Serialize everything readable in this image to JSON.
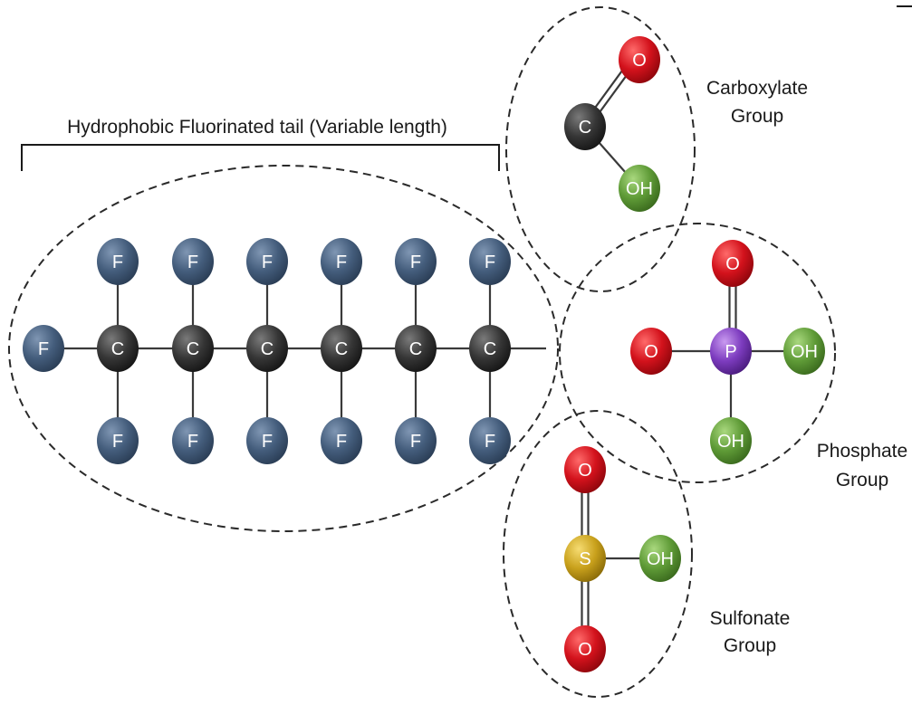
{
  "labels": {
    "tail": "Hydrophobic Fluorinated tail (Variable length)",
    "carboxylate": [
      "Carboxylate",
      "Group"
    ],
    "phosphate": [
      "Phosphate",
      "Group"
    ],
    "sulfonate": [
      "Sulfonate",
      "Group"
    ]
  },
  "atom_symbols": {
    "fluorine": "F",
    "carbon": "C",
    "oxygen": "O",
    "hydroxyl": "OH",
    "phosphorus": "P",
    "sulfur": "S"
  },
  "colors": {
    "fluorine": "#3e5876",
    "carbon": "#333333",
    "oxygen": "#d0101a",
    "hydroxyl": "#5e9a36",
    "phosphorus": "#7c3bbd",
    "sulfur": "#c8a21a"
  }
}
